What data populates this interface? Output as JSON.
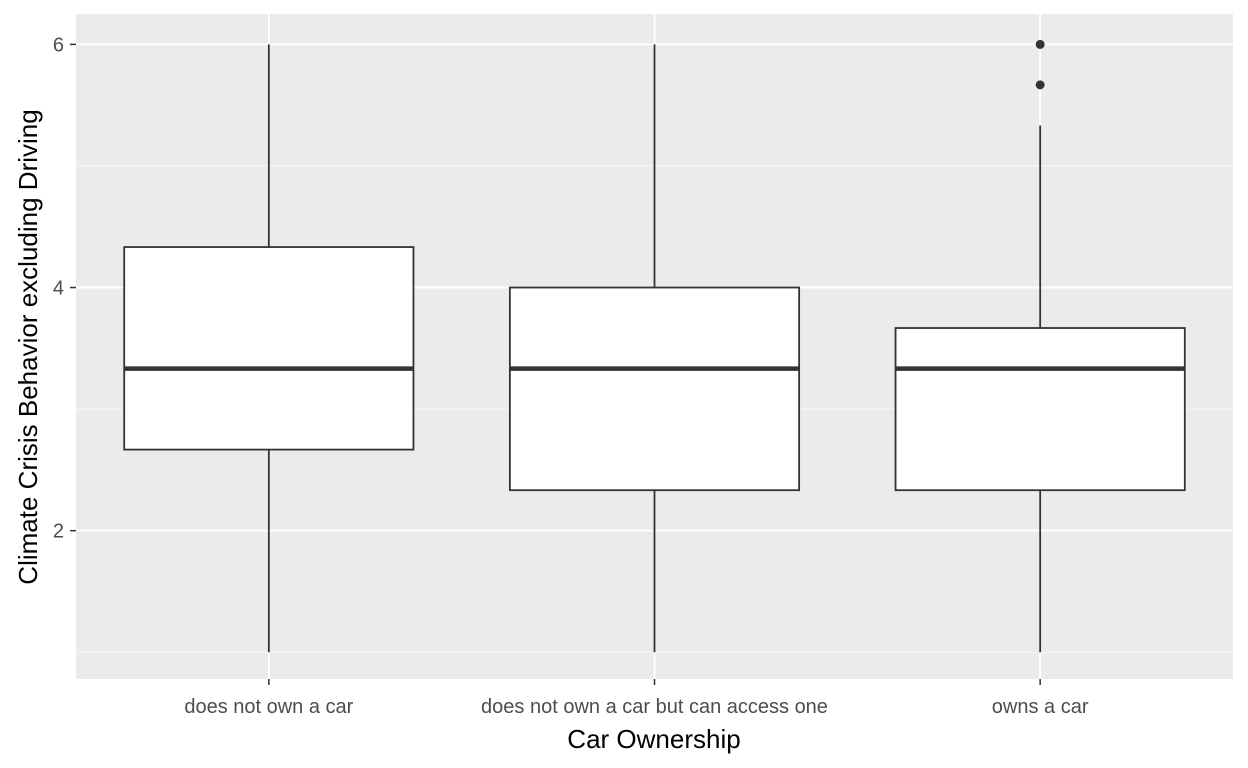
{
  "chart_data": {
    "type": "boxplot",
    "xlabel": "Car Ownership",
    "ylabel": "Climate Crisis Behavior excluding Driving",
    "ylim": [
      0.78,
      6.25
    ],
    "yticks": [
      2,
      4,
      6
    ],
    "grid": true,
    "categories": [
      "does not own a car",
      "does not own a car but can access one",
      "owns a car"
    ],
    "boxes": [
      {
        "category": "does not own a car",
        "whisker_low": 1.0,
        "q1": 2.667,
        "median": 3.333,
        "q3": 4.333,
        "whisker_high": 6.0,
        "outliers": []
      },
      {
        "category": "does not own a car but can access one",
        "whisker_low": 1.0,
        "q1": 2.333,
        "median": 3.333,
        "q3": 4.0,
        "whisker_high": 6.0,
        "outliers": []
      },
      {
        "category": "owns a car",
        "whisker_low": 1.0,
        "q1": 2.333,
        "median": 3.333,
        "q3": 3.667,
        "whisker_high": 5.333,
        "outliers": [
          5.667,
          6.0
        ]
      }
    ],
    "colors": {
      "panel_background": "#ebebeb",
      "grid_major": "#ffffff",
      "grid_minor": "#f5f5f5",
      "box_fill": "#ffffff",
      "box_stroke": "#333333",
      "tick_text": "#4d4d4d",
      "title_text": "#000000"
    }
  }
}
